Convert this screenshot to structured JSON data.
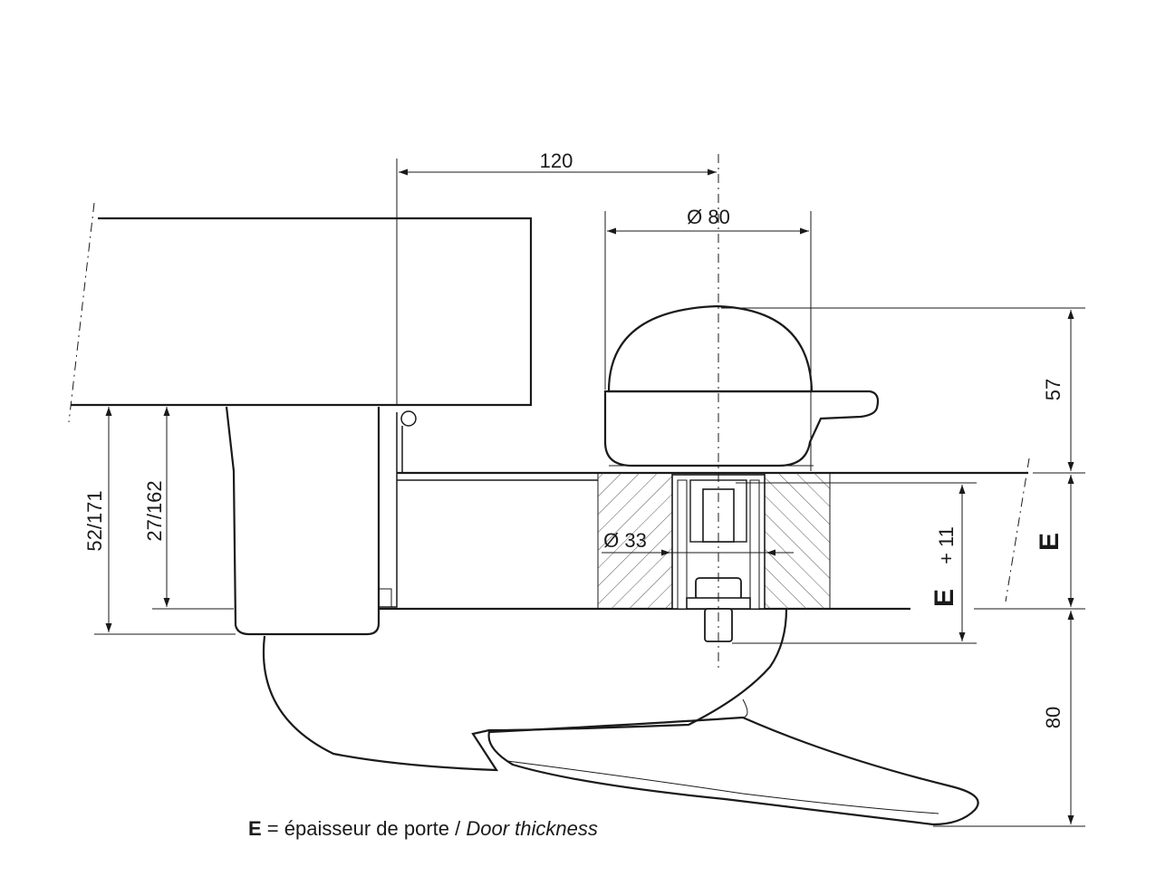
{
  "dimensions": {
    "width_120": "120",
    "diameter_80": "Ø 80",
    "height_57": "57",
    "diameter_33": "Ø 33",
    "door_E_right": "E",
    "handle_80": "80",
    "left_52_171": "52/171",
    "left_27_162": "27/162",
    "E_plus_letter": "E",
    "E_plus_suffix": "+ 11"
  },
  "legend": {
    "symbol": "E",
    "equals": " = ",
    "french": "épaisseur de porte / ",
    "english": "Door thickness"
  },
  "colors": {
    "line": "#1a1a1a",
    "shade": "#d8d8d8",
    "background": "#ffffff"
  }
}
